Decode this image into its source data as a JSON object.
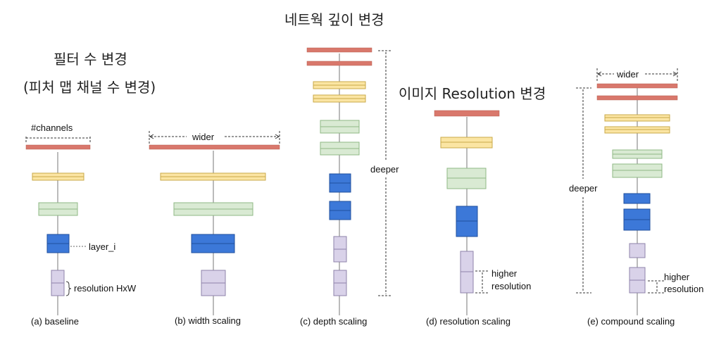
{
  "annotations": {
    "depth_title": "네트웍 깊이 변경",
    "width_title": "필터 수 변경",
    "width_subtitle": "(피처 맵 채널 수 변경)",
    "resolution_title": "이미지 Resolution 변경"
  },
  "panels": {
    "baseline": {
      "caption": "(a) baseline",
      "channels_label": "#channels",
      "layer_label": "layer_i",
      "resolution_label": "resolution HxW"
    },
    "width": {
      "caption": "(b) width scaling",
      "wider_label": "wider"
    },
    "depth": {
      "caption": "(c) depth scaling",
      "deeper_label": "deeper"
    },
    "resolution": {
      "caption": "(d) resolution scaling",
      "higher_label": "higher",
      "resolution_label": "resolution"
    },
    "compound": {
      "caption": "(e) compound scaling",
      "wider_label": "wider",
      "deeper_label": "deeper",
      "higher_label": "higher",
      "resolution_label": "resolution"
    }
  },
  "colors": {
    "red_layer": "#d9786c",
    "yellow_layer": "#fbe5a3",
    "green_layer": "#d9ead3",
    "blue_layer": "#3c78d8",
    "purple_layer": "#d9d2e9",
    "arrow": "#666666"
  }
}
